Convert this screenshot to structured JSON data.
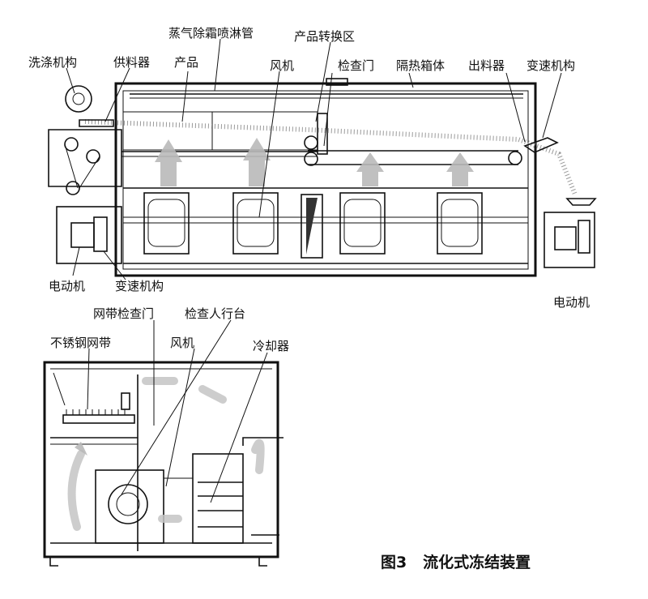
{
  "top_labels": {
    "steam_defrost_spray_pipe": "蒸气除霜喷淋管",
    "product_transfer_zone": "产品转换区",
    "washing_mechanism": "洗涤机构",
    "feeder": "供料器",
    "product": "产品",
    "fan": "风机",
    "inspection_door": "检查门",
    "insulated_box": "隔热箱体",
    "discharger": "出料器",
    "speed_change_mechanism_right": "变速机构",
    "motor_left": "电动机",
    "speed_change_mechanism_left": "变速机构",
    "motor_right": "电动机"
  },
  "bottom_labels": {
    "belt_inspection_door": "网带检查门",
    "inspection_walkway": "检查人行台",
    "stainless_mesh_belt": "不锈钢网带",
    "fan": "风机",
    "cooler": "冷却器"
  },
  "caption": "图3   流化式冻结装置",
  "colors": {
    "line": "#111111",
    "airflow": "#b9b9b9",
    "background": "#ffffff"
  }
}
